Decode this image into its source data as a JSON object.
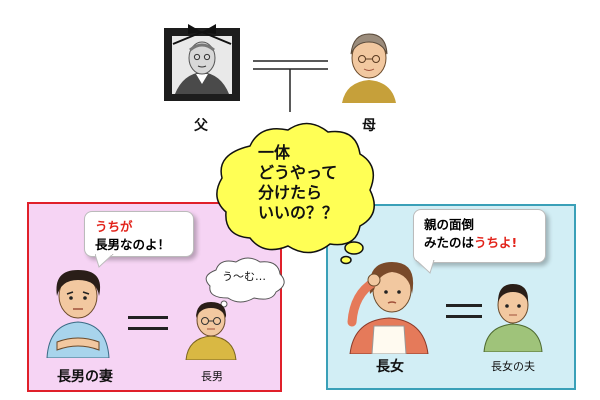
{
  "labels": {
    "father": "父",
    "mother": "母",
    "eldest_son_wife": "長男の妻",
    "eldest_son": "長男",
    "eldest_daughter": "長女",
    "eldest_daughter_husband": "長女の夫"
  },
  "center_thought": [
    "一体",
    "どうやって",
    "分けたら",
    "いいの？？"
  ],
  "wife_speech": {
    "highlight": "うちが",
    "line2": "長男なのよ！"
  },
  "son_thought": "う〜む…",
  "daughter_speech": {
    "line1": "親の面倒",
    "prefix": "みたのは",
    "highlight": "うちよ!"
  },
  "colors": {
    "wife_panel_bg": "#f6d4f4",
    "wife_panel_border": "#e0202a",
    "daughter_panel_bg": "#d2eef5",
    "daughter_panel_border": "#3aa0b8",
    "cloud_fill": "#ffff55",
    "highlight": "#e2231a"
  }
}
